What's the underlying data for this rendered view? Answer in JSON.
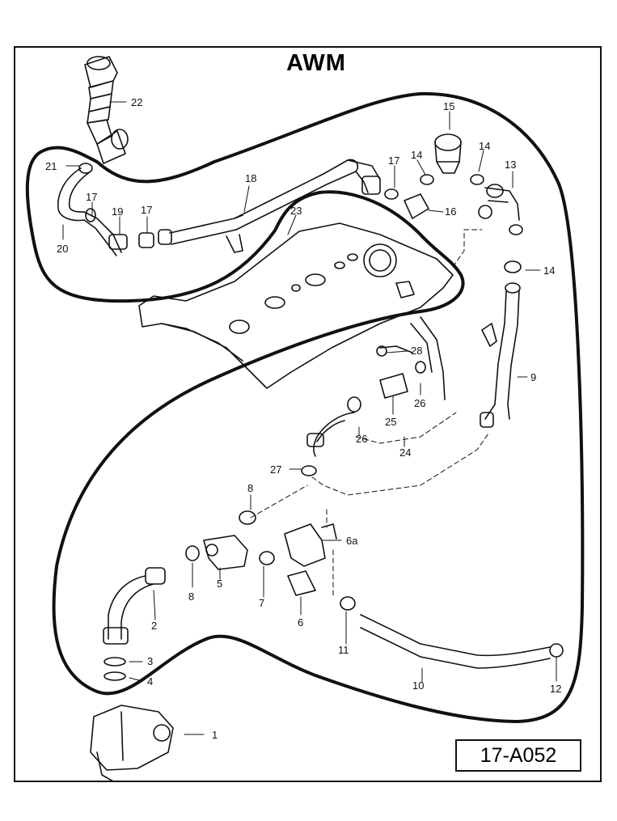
{
  "title": "AWM",
  "reference": "17-A052",
  "labels": {
    "n1": "1",
    "n2": "2",
    "n3": "3",
    "n4": "4",
    "n5": "5",
    "n6": "6",
    "n6a": "6a",
    "n7": "7",
    "n8a": "8",
    "n8b": "8",
    "n9": "9",
    "n10": "10",
    "n11": "11",
    "n12": "12",
    "n13": "13",
    "n14a": "14",
    "n14b": "14",
    "n14c": "14",
    "n15": "15",
    "n16": "16",
    "n17a": "17",
    "n17b": "17",
    "n17c": "17",
    "n18": "18",
    "n19": "19",
    "n20": "20",
    "n21": "21",
    "n22": "22",
    "n23": "23",
    "n24": "24",
    "n25": "25",
    "n26a": "26",
    "n26b": "26",
    "n27": "27",
    "n28": "28"
  },
  "colors": {
    "line": "#111111",
    "background": "#ffffff"
  }
}
